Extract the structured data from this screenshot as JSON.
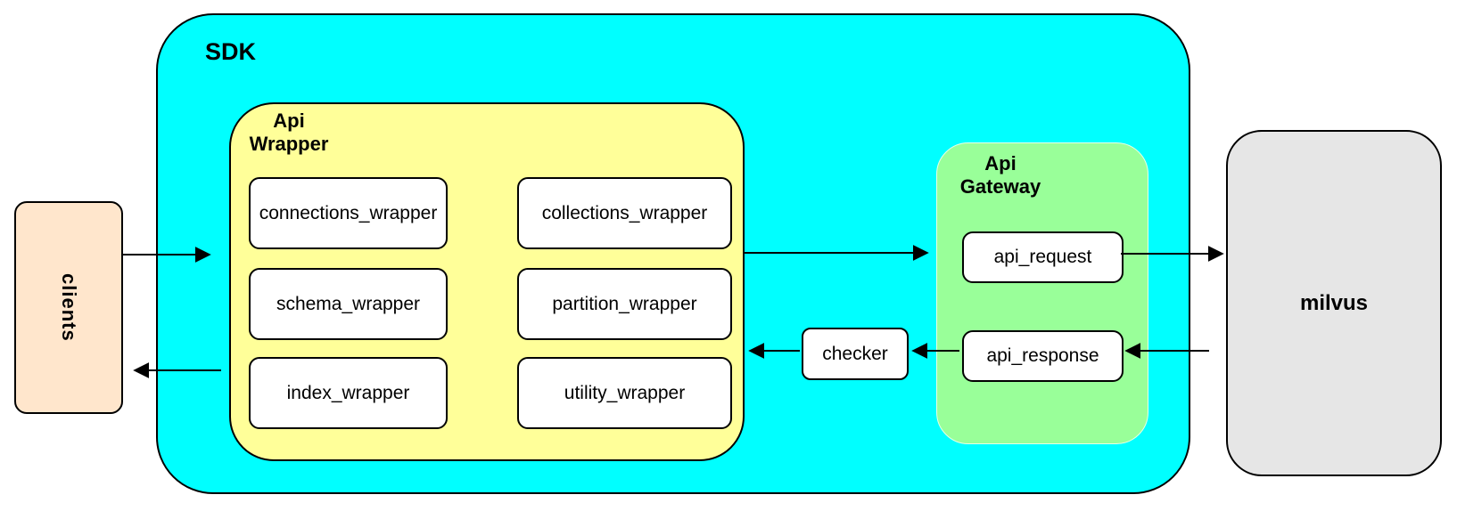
{
  "colors": {
    "sdk_fill": "#00ffff",
    "api_wrapper_fill": "#ffff99",
    "api_gateway_fill": "#99ff99",
    "clients_fill": "#ffe6cc",
    "milvus_fill": "#e6e6e6",
    "node_fill": "#ffffff",
    "stroke": "#000000"
  },
  "nodes": {
    "clients": {
      "label": "clients"
    },
    "sdk": {
      "label": "SDK"
    },
    "api_wrapper": {
      "label": "Api Wrapper",
      "boxes": [
        {
          "label": "connections_wrapper"
        },
        {
          "label": "collections_wrapper"
        },
        {
          "label": "schema_wrapper"
        },
        {
          "label": "partition_wrapper"
        },
        {
          "label": "index_wrapper"
        },
        {
          "label": "utility_wrapper"
        }
      ]
    },
    "checker": {
      "label": "checker"
    },
    "api_gateway": {
      "label": "Api Gateway",
      "boxes": [
        {
          "label": "api_request"
        },
        {
          "label": "api_response"
        }
      ]
    },
    "milvus": {
      "label": "milvus"
    }
  }
}
